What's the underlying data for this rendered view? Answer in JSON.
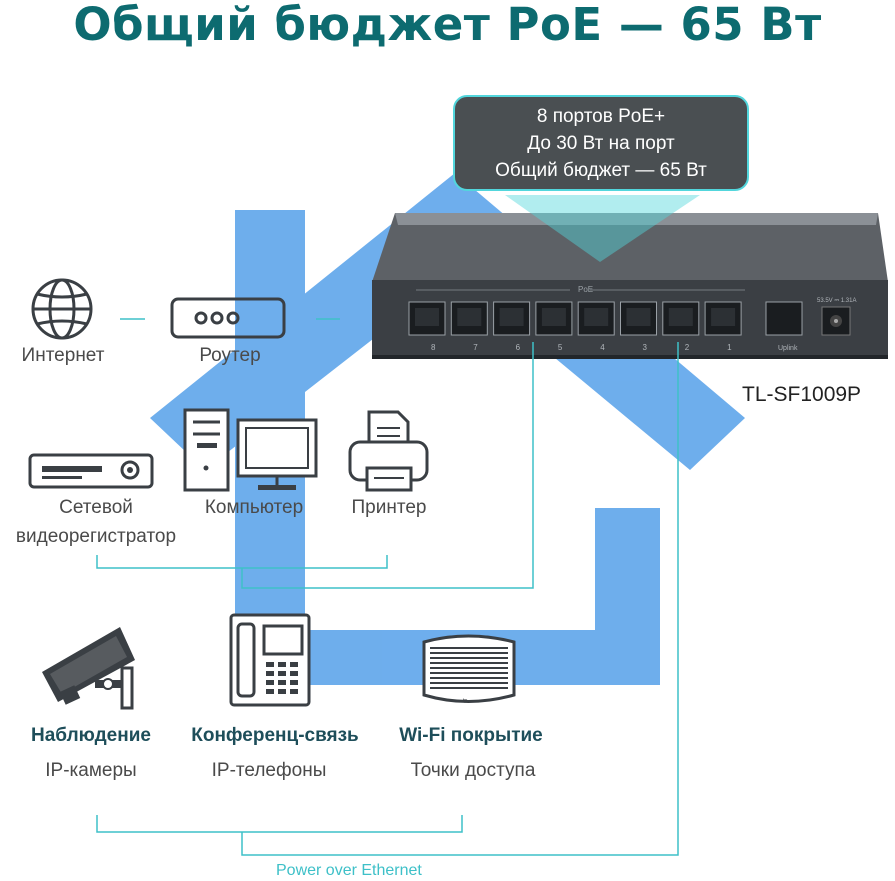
{
  "title": "Общий бюджет PoE — 65 Вт",
  "callout": {
    "line1": "8 портов PoE+",
    "line2": "До 30 Вт на порт",
    "line3": "Общий бюджет — 65 Вт"
  },
  "device": {
    "model": "TL-SF1009P",
    "port_group_label": "PoE",
    "port_numbers": [
      "8",
      "7",
      "6",
      "5",
      "4",
      "3",
      "2",
      "1"
    ],
    "uplink_label": "Uplink",
    "power_label": "53.5V ⎓ 1.31A"
  },
  "top_row": [
    {
      "icon": "globe-icon",
      "label": "Интернет"
    },
    {
      "icon": "router-icon",
      "label": "Роутер"
    }
  ],
  "middle_row": [
    {
      "icon": "nvr-icon",
      "label_line1": "Сетевой",
      "label_line2": "видеорегистратор"
    },
    {
      "icon": "computer-icon",
      "label": "Компьютер"
    },
    {
      "icon": "printer-icon",
      "label": "Принтер"
    }
  ],
  "bottom_row": [
    {
      "icon": "camera-icon",
      "title": "Наблюдение",
      "subtitle": "IP-камеры"
    },
    {
      "icon": "ip-phone-icon",
      "title": "Конференц-связь",
      "subtitle": "IP-телефоны"
    },
    {
      "icon": "access-point-icon",
      "title": "Wi-Fi покрытие",
      "subtitle": "Точки доступа"
    }
  ],
  "poe_label": "Power over Ethernet",
  "colors": {
    "title": "#0d6b70",
    "house": "#4a9ae8",
    "callout_bg": "#4a4f52",
    "callout_border": "#52d6dc",
    "connector": "#3ec0c8",
    "icon": "#3a3f44"
  }
}
